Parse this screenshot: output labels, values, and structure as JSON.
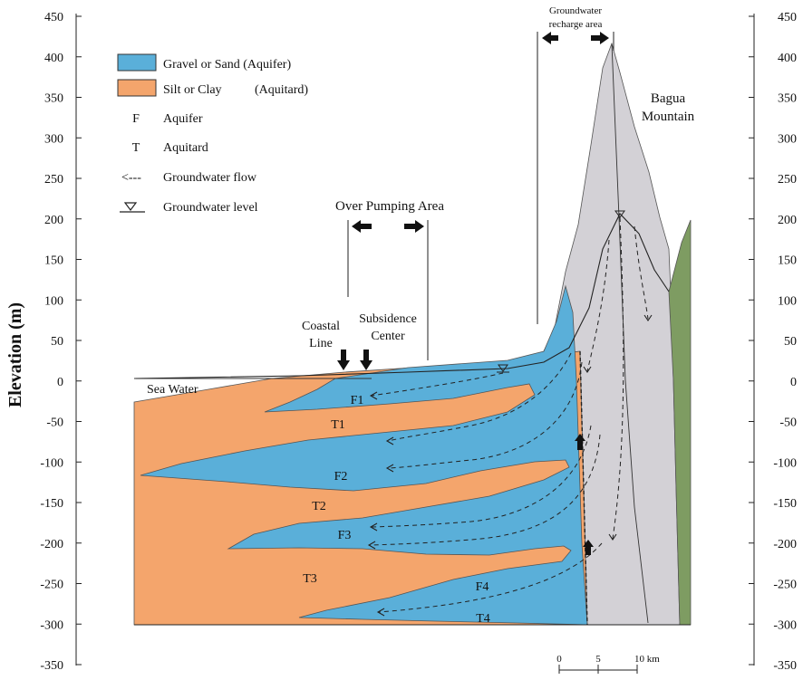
{
  "axis": {
    "ylabel": "Elevation (m)",
    "ticks": [
      "450",
      "400",
      "350",
      "300",
      "250",
      "200",
      "150",
      "100",
      "50",
      "0",
      "-50",
      "-100",
      "-150",
      "-200",
      "-250",
      "-300",
      "-350"
    ]
  },
  "legend": {
    "aquifer_material": "Gravel or Sand (Aquifer)",
    "aquitard_material_a": "Silt or Clay",
    "aquitard_material_b": "(Aquitard)",
    "f_symbol": "F",
    "f_meaning": "Aquifer",
    "t_symbol": "T",
    "t_meaning": "Aquitard",
    "flow_arrow": "<---",
    "flow_meaning": "Groundwater flow",
    "level_meaning": "Groundwater level"
  },
  "labels": {
    "over_pumping": "Over Pumping Area",
    "recharge_1": "Groundwater",
    "recharge_2": "recharge area",
    "mountain_1": "Bagua",
    "mountain_2": "Mountain",
    "coastal_1": "Coastal",
    "coastal_2": "Line",
    "subsidence_1": "Subsidence",
    "subsidence_2": "Center",
    "sea": "Sea Water",
    "F1": "F1",
    "F2": "F2",
    "F3": "F3",
    "F4": "F4",
    "T1": "T1",
    "T2": "T2",
    "T3": "T3",
    "T4": "T4"
  },
  "scale": {
    "s0": "0",
    "s5": "5",
    "s10": "10 km"
  },
  "colors": {
    "aquifer": "#5aafd9",
    "aquitard": "#f4a56c",
    "mountain": "#d3d1d6",
    "green": "#7e9c62"
  }
}
